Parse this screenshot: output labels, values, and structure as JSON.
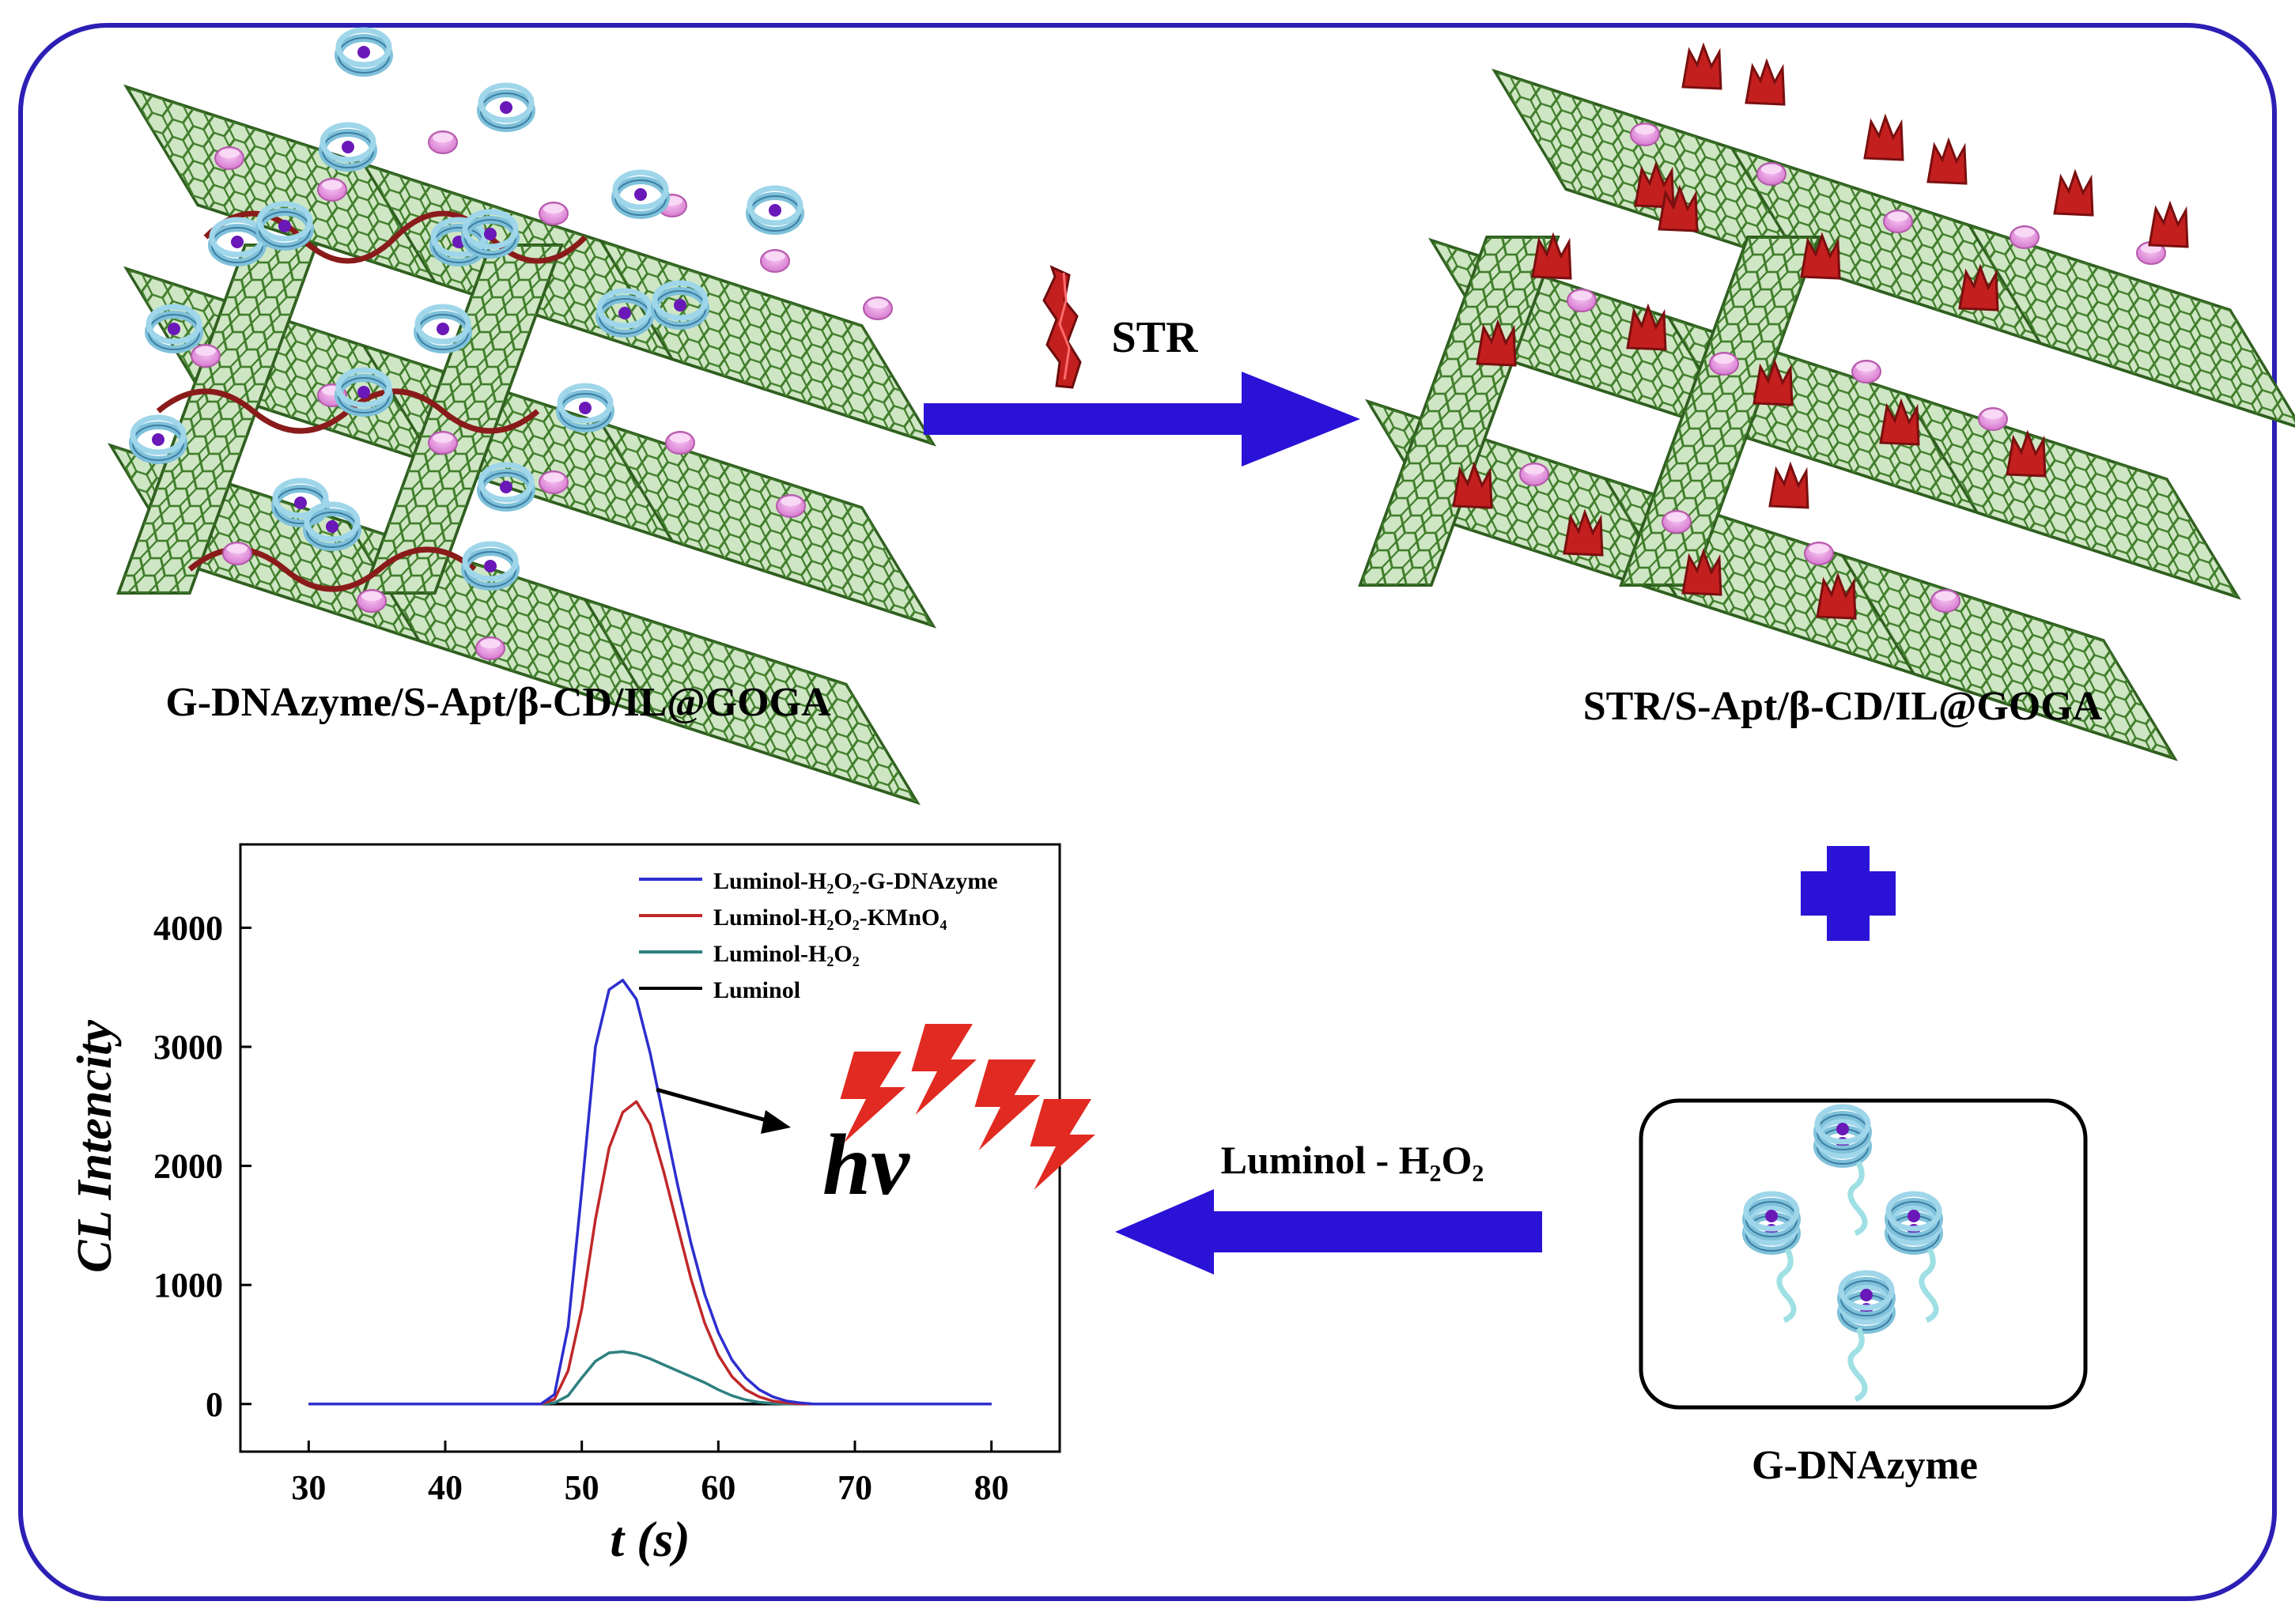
{
  "figure": {
    "top_left_label": "G-DNAzyme/S-Apt/β-CD/IL@GOGA",
    "top_right_label": "STR/S-Apt/β-CD/IL@GOGA",
    "arrow_top_label": "STR",
    "arrow_bottom_label": "Luminol - H₂O₂",
    "box_label": "G-DNAzyme",
    "hv_label": "hv",
    "colors": {
      "frame": "#2b1fb5",
      "arrow": "#2a12d6",
      "graphene": "#3f7d2a",
      "bcd": "#e59ae0",
      "str": "#c41f1f",
      "dnazyme": "#7fc1da"
    },
    "icons": [
      "graphene-aerogel-icon",
      "str-protein-icon",
      "g-dnazyme-icon",
      "lightning-icon",
      "plus-icon"
    ]
  },
  "chart_data": {
    "type": "line",
    "xlabel": "t (s)",
    "ylabel": "CL Intencity",
    "xlim": [
      25,
      85
    ],
    "ylim": [
      -400,
      4700
    ],
    "xticks": [
      30,
      40,
      50,
      60,
      70,
      80
    ],
    "yticks": [
      0,
      1000,
      2000,
      3000,
      4000
    ],
    "legend_position": "top-right",
    "x": [
      30,
      40,
      45,
      47,
      48,
      49,
      50,
      51,
      52,
      53,
      54,
      55,
      56,
      57,
      58,
      59,
      60,
      61,
      62,
      63,
      64,
      65,
      66,
      67,
      70,
      75,
      80
    ],
    "series": [
      {
        "name": "Luminol-H₂O₂-G-DNAzyme",
        "color": "#2e2ecf",
        "values": [
          0,
          0,
          0,
          0,
          80,
          650,
          1800,
          3000,
          3480,
          3560,
          3400,
          2950,
          2400,
          1850,
          1350,
          920,
          600,
          370,
          220,
          120,
          60,
          25,
          10,
          0,
          0,
          0,
          0
        ]
      },
      {
        "name": "Luminol-H₂O₂-KMnO₄",
        "color": "#c0282a",
        "values": [
          0,
          0,
          0,
          0,
          40,
          280,
          800,
          1550,
          2150,
          2450,
          2540,
          2350,
          1950,
          1500,
          1050,
          680,
          410,
          230,
          120,
          60,
          25,
          10,
          0,
          0,
          0,
          0,
          0
        ]
      },
      {
        "name": "Luminol-H₂O₂",
        "color": "#2f8080",
        "values": [
          0,
          0,
          0,
          0,
          10,
          70,
          220,
          360,
          430,
          440,
          420,
          380,
          330,
          280,
          230,
          180,
          120,
          70,
          35,
          15,
          5,
          0,
          0,
          0,
          0,
          0,
          0
        ]
      },
      {
        "name": "Luminol",
        "color": "#000000",
        "values": [
          0,
          0,
          0,
          0,
          0,
          0,
          0,
          0,
          0,
          0,
          0,
          0,
          0,
          0,
          0,
          0,
          0,
          0,
          0,
          0,
          0,
          0,
          0,
          0,
          0,
          0,
          0
        ]
      }
    ]
  }
}
